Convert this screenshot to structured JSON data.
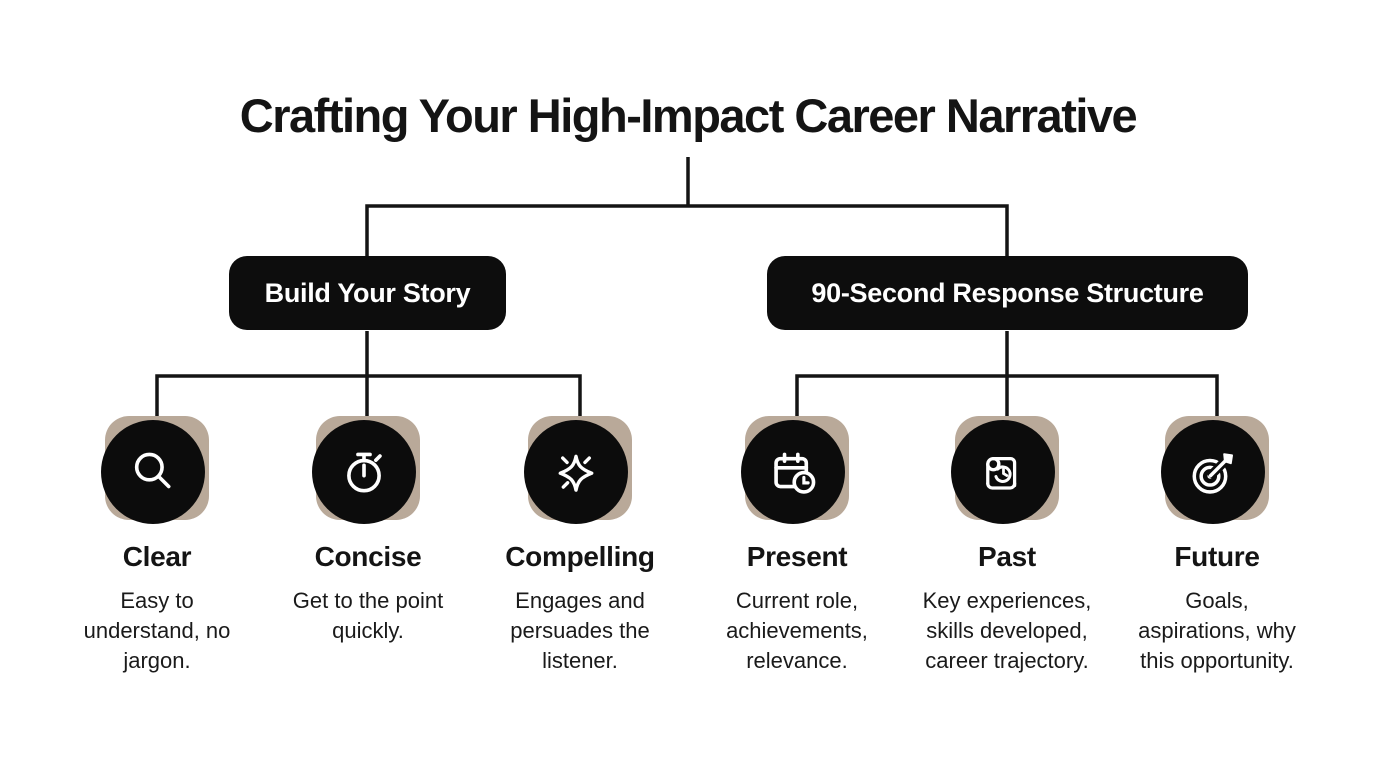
{
  "title": "Crafting Your High-Impact Career Narrative",
  "colors": {
    "background": "#ffffff",
    "node_bg": "#0d0d0d",
    "node_text": "#ffffff",
    "tile_bg": "#b9a999",
    "icon_circle_bg": "#0c0c0c",
    "icon_stroke": "#ffffff",
    "connector_line": "#141414",
    "text": "#141414"
  },
  "branches": [
    {
      "label": "Build Your Story",
      "items": [
        {
          "icon": "search-icon",
          "label": "Clear",
          "description": "Easy to\nunderstand, no\njargon."
        },
        {
          "icon": "stopwatch-icon",
          "label": "Concise",
          "description": "Get to the point\nquickly."
        },
        {
          "icon": "sparkle-icon",
          "label": "Compelling",
          "description": "Engages and\npersuades the\nlistener."
        }
      ]
    },
    {
      "label": "90-Second Response Structure",
      "items": [
        {
          "icon": "calendar-clock-icon",
          "label": "Present",
          "description": "Current role,\nachievements,\nrelevance."
        },
        {
          "icon": "scroll-history-icon",
          "label": "Past",
          "description": "Key experiences,\nskills developed,\ncareer trajectory."
        },
        {
          "icon": "target-arrow-icon",
          "label": "Future",
          "description": "Goals,\naspirations, why\nthis opportunity."
        }
      ]
    }
  ]
}
